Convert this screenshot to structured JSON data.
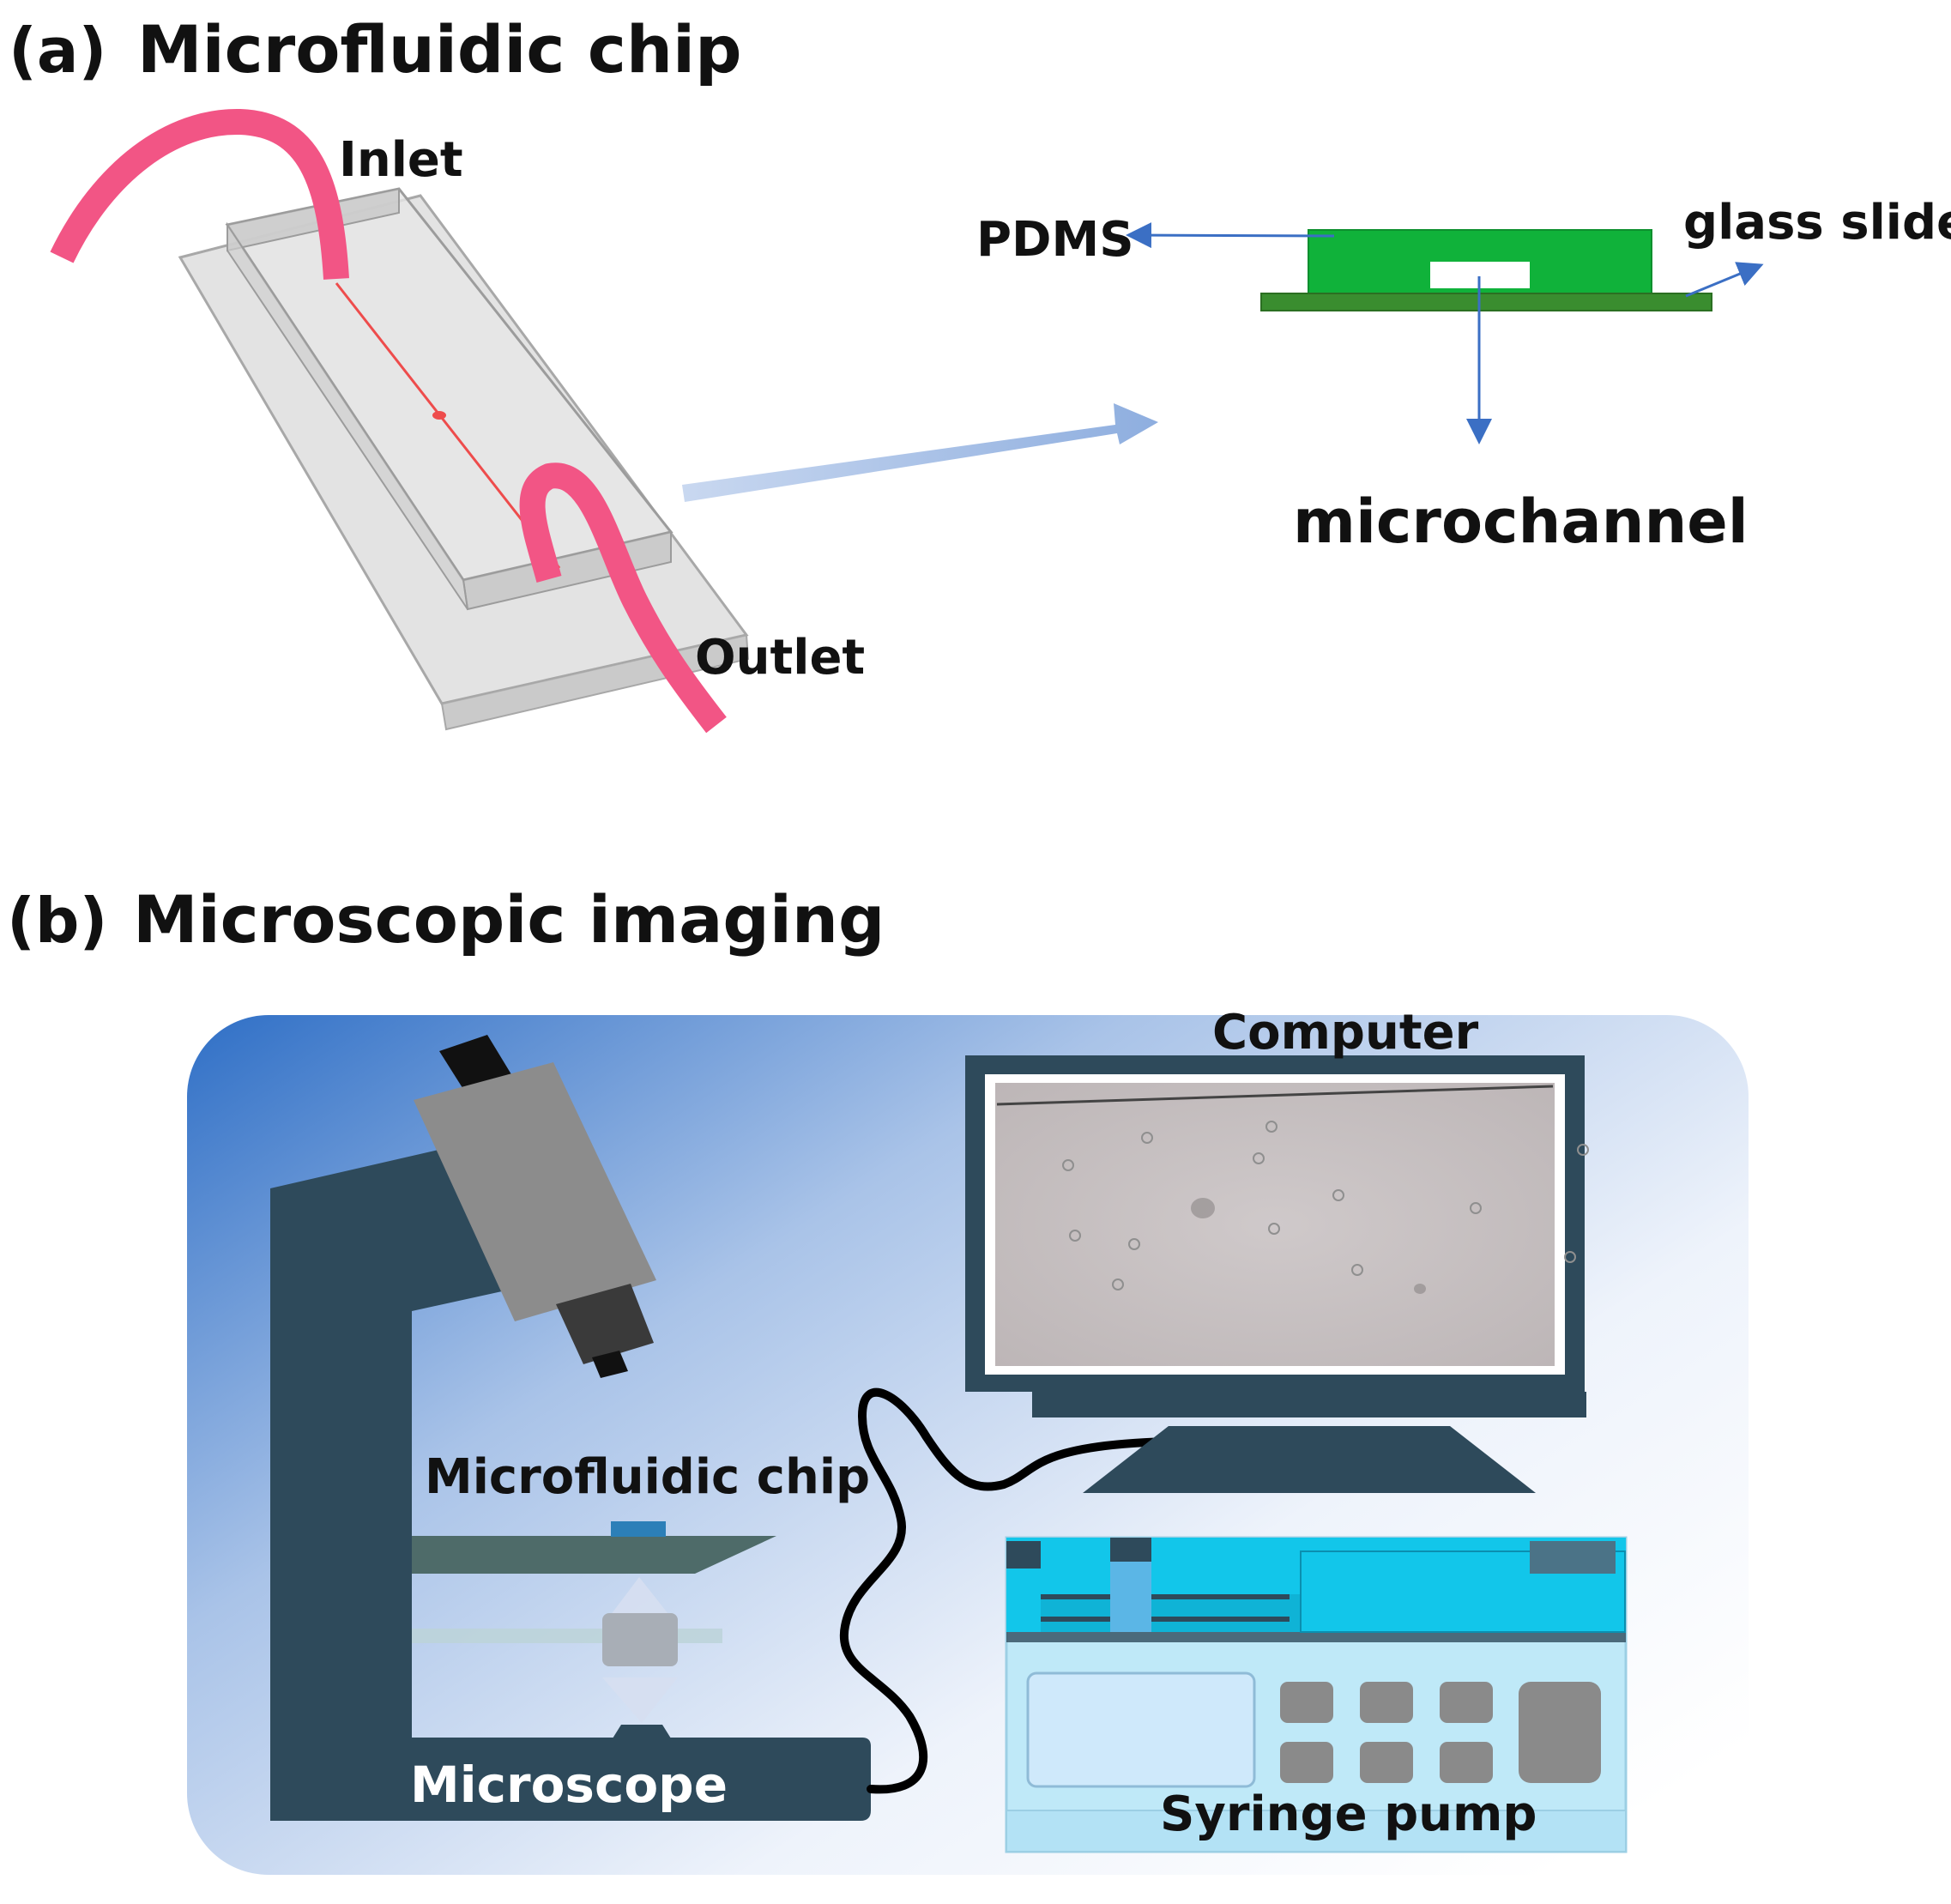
{
  "panel_a": {
    "letter": "(a)",
    "title": "Microfluidic chip",
    "labels": {
      "inlet": "Inlet",
      "outlet": "Outlet",
      "pdms": "PDMS",
      "glass_slide": "glass slide",
      "microchannel": "microchannel"
    }
  },
  "panel_b": {
    "letter": "(b)",
    "title": "Microscopic imaging",
    "labels": {
      "computer": "Computer",
      "microfluidic_chip": "Microfluidic chip",
      "microscope": "Microscope",
      "syringe_pump": "Syringe pump"
    }
  },
  "colors": {
    "tube": "#f25585",
    "pdms": "#10b23a",
    "glass": "#3a8d2f",
    "arrow_blue": "#3b6fc4",
    "dark_slate": "#2e4a5b",
    "cyan": "#12c6ea",
    "screen": "#c8c2c3"
  }
}
